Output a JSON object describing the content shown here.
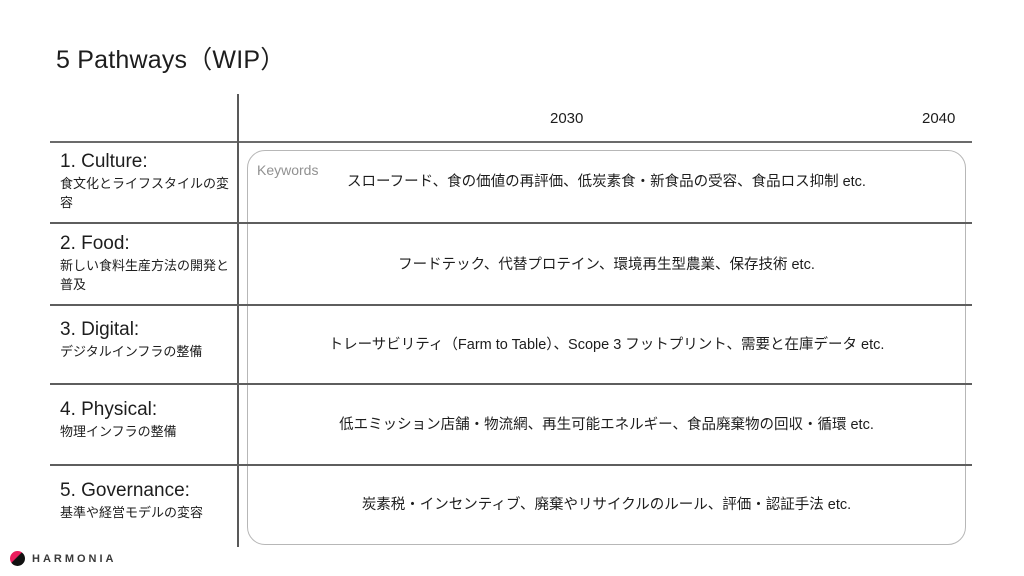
{
  "slide": {
    "title": "5 Pathways（WIP）"
  },
  "matrix": {
    "keywords_tag": "Keywords",
    "timeline": {
      "year_start": "2030",
      "year_end": "2040"
    },
    "rows": [
      {
        "head": "1. Culture:",
        "sub": "食文化とライフスタイルの変容",
        "keywords": "スローフード、食の価値の再評価、低炭素食・新食品の受容、食品ロス抑制 etc."
      },
      {
        "head": "2. Food:",
        "sub": "新しい食料生産方法の開発と普及",
        "keywords": "フードテック、代替プロテイン、環境再生型農業、保存技術 etc."
      },
      {
        "head": "3. Digital:",
        "sub": "デジタルインフラの整備",
        "keywords": "トレーサビリティ（Farm to Table）、Scope 3 フットプリント、需要と在庫データ etc."
      },
      {
        "head": "4. Physical:",
        "sub": "物理インフラの整備",
        "keywords": "低エミッション店舗・物流網、再生可能エネルギー、食品廃棄物の回収・循環 etc."
      },
      {
        "head": "5. Governance:",
        "sub": "基準や経営モデルの変容",
        "keywords": "炭素税・インセンティブ、廃棄やリサイクルのルール、評価・認証手法 etc."
      }
    ]
  },
  "footer": {
    "brand": "HARMONIA"
  },
  "colors": {
    "text": "#1d1d1d",
    "rule": "#5e5e5e",
    "panel_border": "#b7b7b7",
    "muted": "#919191",
    "brand_accent": "#ec1d5e"
  }
}
